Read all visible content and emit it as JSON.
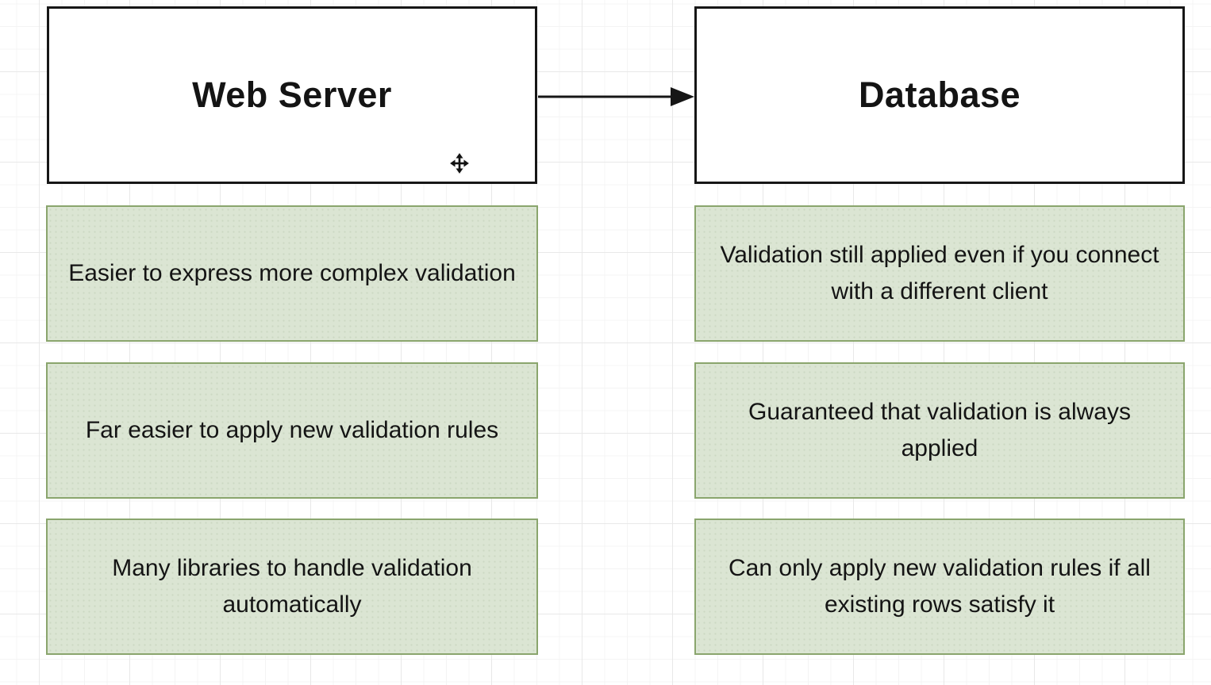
{
  "diagram": {
    "columns": [
      {
        "title": "Web Server",
        "items": [
          "Easier to express more complex validation",
          "Far easier to apply new validation rules",
          "Many libraries to handle validation automatically"
        ]
      },
      {
        "title": "Database",
        "items": [
          "Validation still applied even if you connect with a different client",
          "Guaranteed that validation is always applied",
          "Can only apply new validation rules if all existing rows satisfy it"
        ]
      }
    ],
    "arrow": {
      "from": "Web Server",
      "to": "Database",
      "direction": "right"
    },
    "cursor": "move"
  },
  "colors": {
    "canvas-bg": "#ffffff",
    "grid-minor": "#f4f4f4",
    "grid-major": "#e8e8e8",
    "box-border": "#161616",
    "box-fill": "#ffffff",
    "green-fill": "#dbe5d3",
    "green-dot": "#cbd8c2",
    "green-border": "#8aa56d",
    "text": "#141414"
  }
}
